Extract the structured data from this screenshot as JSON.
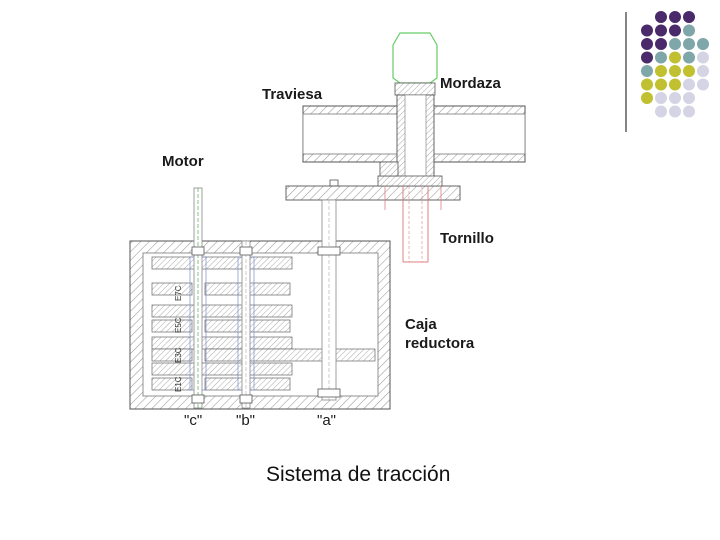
{
  "diagram": {
    "labels": {
      "mordaza": "Mordaza",
      "traviesa": "Traviesa",
      "motor": "Motor",
      "tornillo": "Tornillo",
      "caja_line1": "Caja",
      "caja_line2": "reductora"
    },
    "shafts": [
      "\"c\"",
      "\"b\"",
      "\"a\""
    ],
    "gears": [
      "E7C",
      "E5C",
      "E3C",
      "E1C"
    ]
  },
  "caption": "Sistema de tracción",
  "colors": {
    "hatch": "#9a9a9a",
    "outline": "#555555",
    "shaft_green": "#55aa55",
    "screw_red": "#e08080",
    "jaw_green": "#66cc66",
    "dot_purple": "#4a2a6a",
    "dot_teal": "#7fa6a8",
    "dot_olive": "#c0c030",
    "dot_lavender": "#d4d4e4"
  }
}
